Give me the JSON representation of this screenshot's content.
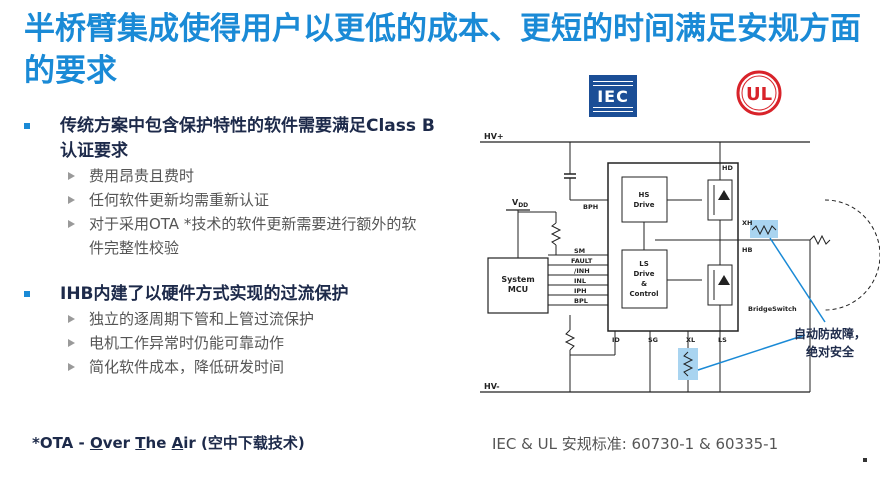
{
  "title": "半桥臂集成使得用户以更低的成本、更短的时间满足安规方面的要求",
  "section1": {
    "heading": "传统方案中包含保护特性的软件需要满足Class B认证要求",
    "items": [
      "费用昂贵且费时",
      "任何软件更新均需重新认证",
      "对于采用OTA *技术的软件更新需要进行额外的软件完整性校验"
    ]
  },
  "section2": {
    "heading": "IHB内建了以硬件方式实现的过流保护",
    "items": [
      "独立的逐周期下管和上管过流保护",
      "电机工作异常时仍能可靠动作",
      "简化软件成本，降低研发时间"
    ]
  },
  "footnote": {
    "prefix": "*OTA - ",
    "o": "O",
    "ver": "ver ",
    "t": "T",
    "he": "he ",
    "a": "A",
    "ir": "ir (空中下载技术)"
  },
  "standards": "IEC & UL 安规标准: 60730-1 & 60335-1",
  "logos": {
    "iec": "IEC",
    "ul": "UL"
  },
  "diagram": {
    "hv_plus": "HV+",
    "hv_minus": "HV-",
    "vdd": "V",
    "vdd_sub": "DD",
    "mcu": [
      "System",
      "MCU"
    ],
    "hs_drive": [
      "HS",
      "Drive"
    ],
    "ls_drive": [
      "LS",
      "Drive",
      "&",
      "Control"
    ],
    "pins_left": [
      "SM",
      "FAULT",
      "/INH",
      "INL",
      "IPH",
      "BPL"
    ],
    "bph": "BPH",
    "hd": "HD",
    "xh": "XH",
    "hb": "HB",
    "id": "ID",
    "sg": "SG",
    "xl": "XL",
    "ls": "LS",
    "bridge_switch": "BridgeSwitch",
    "annotation": [
      "自动防故障，",
      "绝对安全"
    ]
  },
  "colors": {
    "title": "#1a8ad6",
    "highlight": "#a9d4f0",
    "arrow": "#1a8ad6"
  }
}
